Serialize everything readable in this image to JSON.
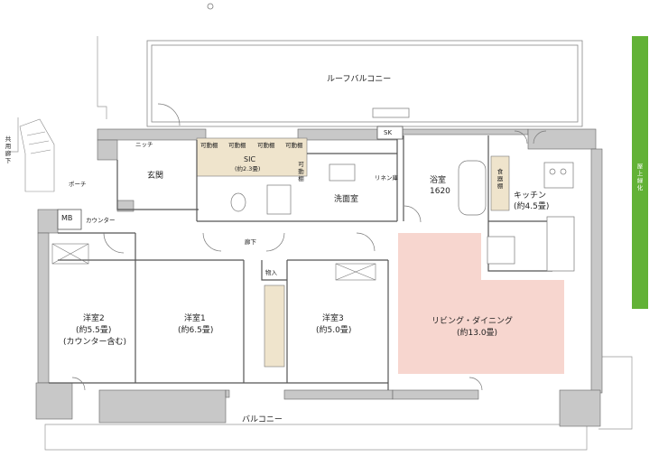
{
  "rooms": {
    "roof_balcony": "ルーフバルコニー",
    "balcony": "バルコニー",
    "entrance": "玄関",
    "porch": "ポーチ",
    "niche": "ニッチ",
    "sic": "SIC",
    "sic_size": "(約2.3畳)",
    "washroom": "洗面室",
    "linen": "リネン庫",
    "bath": "浴室",
    "bath_size": "1620",
    "kitchen": "キッチン",
    "kitchen_size": "(約4.5畳)",
    "pantry": "食器棚",
    "mb": "MB",
    "counter": "カウンター",
    "hallway": "廊下",
    "storage": "物入",
    "sk": "SK",
    "ldk": "リビング・ダイニング",
    "ldk_size": "(約13.0畳)",
    "room1": "洋室1",
    "room1_size": "(約6.5畳)",
    "room2": "洋室2",
    "room2_size": "(約5.5畳)",
    "room2_note": "(カウンター含む)",
    "room3": "洋室3",
    "room3_size": "(約5.0畳)",
    "shelf": "可動棚",
    "common_corridor": "共用廊下",
    "rooftop_green": "屋上緑化"
  },
  "colors": {
    "wall": "#c8c8c8",
    "ldk_fill": "#f7d6cf",
    "storage_fill": "#efe4cc",
    "green": "#62b236",
    "line": "#555555"
  }
}
